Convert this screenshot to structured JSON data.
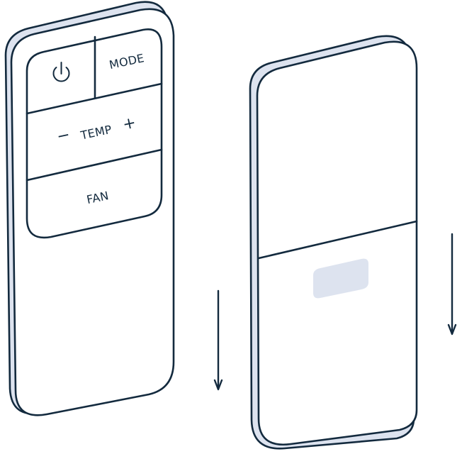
{
  "colors": {
    "stroke": "#132a3e",
    "body_fill": "#ffffff",
    "side_fill": "#dde3ef",
    "sensor_fill": "#dde3ef",
    "background": "#ffffff"
  },
  "front_remote": {
    "buttons": {
      "power_icon": "power-icon",
      "mode_label": "MODE",
      "temp_minus": "−",
      "temp_label": "TEMP",
      "temp_plus": "+",
      "fan_label": "FAN"
    },
    "arrow_icon": "arrow-down-icon"
  },
  "back_remote": {
    "sensor_icon": "sensor-window",
    "arrow_icon": "arrow-down-icon"
  }
}
